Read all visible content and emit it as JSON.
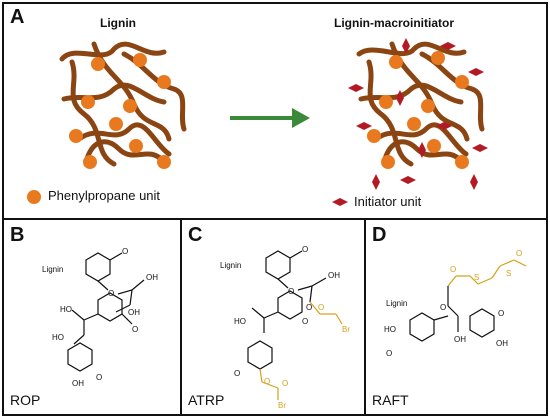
{
  "panel_a": {
    "label": "A",
    "left_title": "Lignin",
    "right_title": "Lignin-macroinitiator",
    "legend_unit": "Phenylpropane unit",
    "legend_initiator": "Initiator unit",
    "colors": {
      "chain": "#8B4513",
      "unit": "#E8791E",
      "initiator": "#B31B24",
      "arrow": "#3A8A3A"
    }
  },
  "panel_b": {
    "label": "B",
    "method": "ROP",
    "atoms": [
      "Lignin",
      "O",
      "O",
      "OH",
      "OH",
      "HO",
      "HO",
      "O",
      "O",
      "OH"
    ]
  },
  "panel_c": {
    "label": "C",
    "method": "ATRP",
    "atoms": [
      "Lignin",
      "O",
      "O",
      "OH",
      "HO",
      "O",
      "O",
      "Br",
      "O",
      "O",
      "O",
      "Br",
      "O"
    ],
    "highlight_color": "#D4A017"
  },
  "panel_d": {
    "label": "D",
    "method": "RAFT",
    "atoms": [
      "Lignin",
      "O",
      "S",
      "O",
      "S",
      "O",
      "HO",
      "O",
      "OH",
      "O",
      "OH"
    ],
    "highlight_color": "#D4A017"
  }
}
